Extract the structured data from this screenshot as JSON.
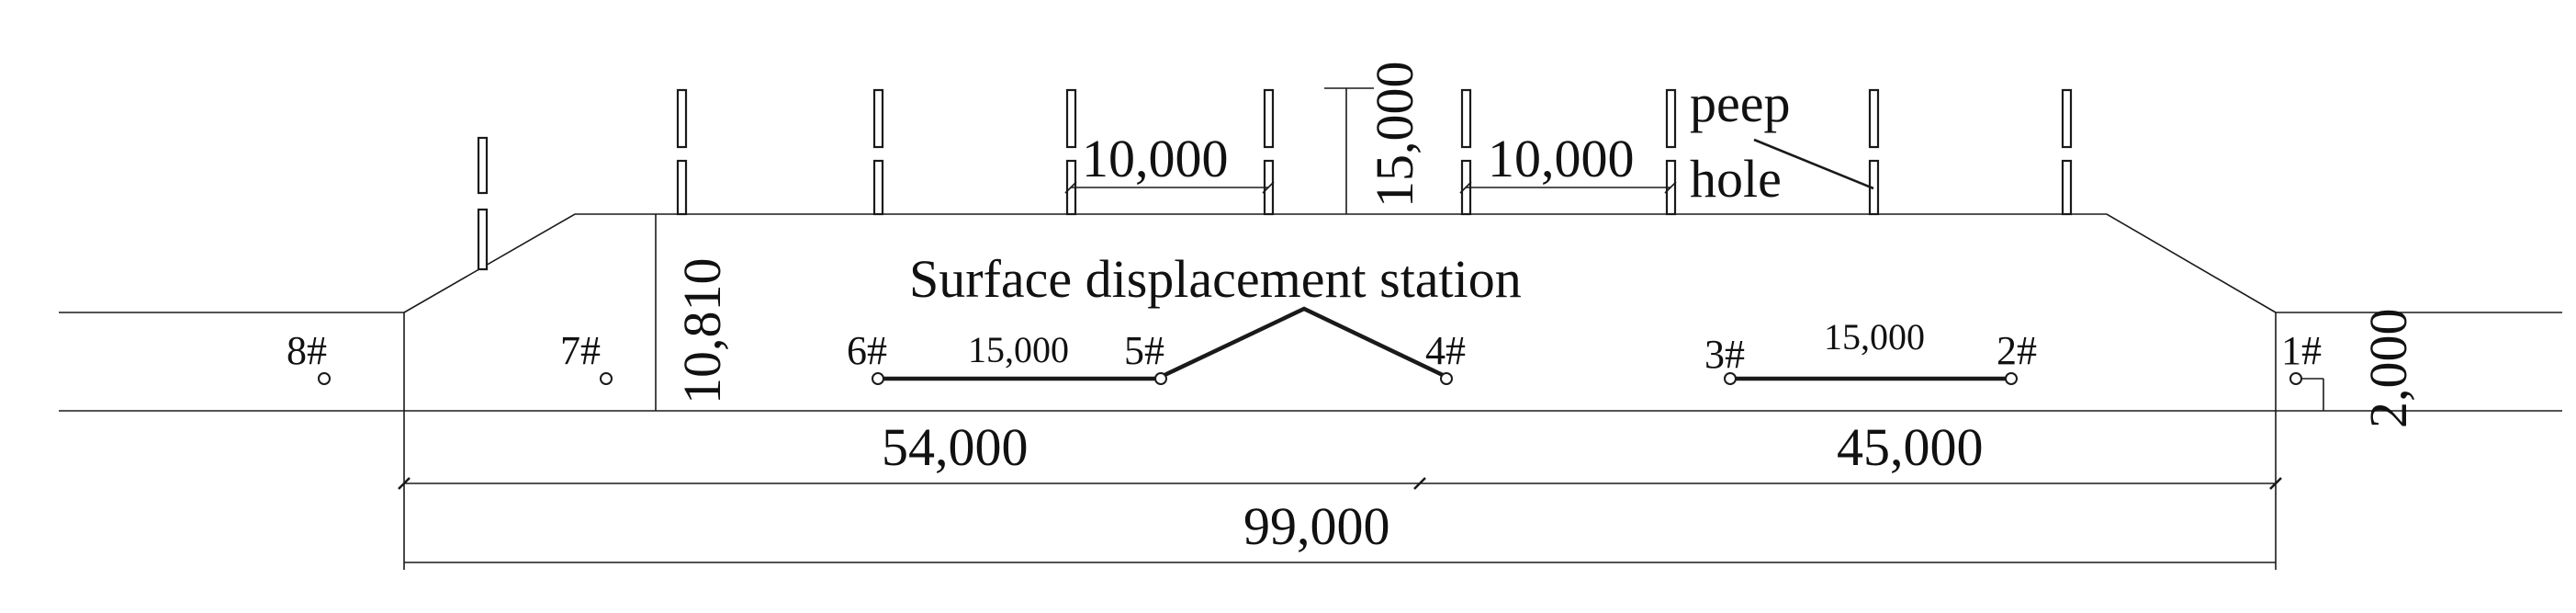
{
  "dimensions": {
    "seg_left": "54,000",
    "seg_right": "45,000",
    "total": "99,000",
    "spacing_a": "10,000",
    "spacing_b": "10,000",
    "hole_depth": "15,000",
    "fill_height": "10,810",
    "station_offset": "2,000",
    "station_spacing_a": "15,000",
    "station_spacing_b": "15,000"
  },
  "labels": {
    "surface_station": "Surface displacement station",
    "peep_line1": "peep",
    "peep_line2": "hole"
  },
  "stations": [
    {
      "id": "1#"
    },
    {
      "id": "2#"
    },
    {
      "id": "3#"
    },
    {
      "id": "4#"
    },
    {
      "id": "5#"
    },
    {
      "id": "6#"
    },
    {
      "id": "7#"
    },
    {
      "id": "8#"
    }
  ]
}
